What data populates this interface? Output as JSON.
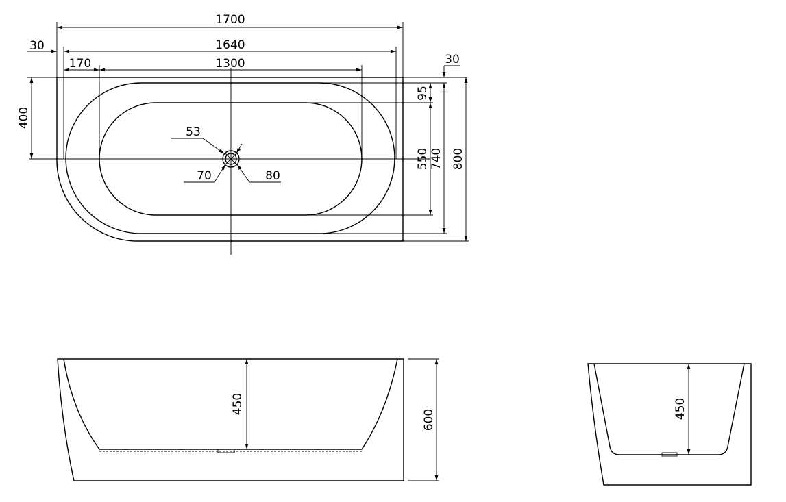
{
  "plan_view": {
    "dim_total_length": "1700",
    "dim_rim_offset_left": "30",
    "dim_outer_length": "1640",
    "dim_inner_offset": "170",
    "dim_inner_length": "1300",
    "dim_rim_offset_right": "30",
    "dim_rim_width": "95",
    "dim_half_width": "400",
    "dim_inner_width": "550",
    "dim_outer_width": "740",
    "dim_total_width": "800",
    "drain_dim_53": "53",
    "drain_dim_70": "70",
    "drain_dim_80": "80"
  },
  "front_view": {
    "dim_depth": "450",
    "dim_height": "600"
  },
  "side_view": {
    "dim_depth": "450"
  }
}
